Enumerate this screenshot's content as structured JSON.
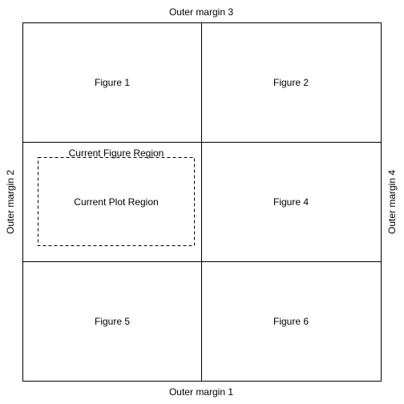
{
  "outer_margins": {
    "bottom": "Outer margin 1",
    "left": "Outer margin 2",
    "top": "Outer margin 3",
    "right": "Outer margin 4"
  },
  "figures": {
    "f1": "Figure 1",
    "f2": "Figure 2",
    "f4": "Figure 4",
    "f5": "Figure 5",
    "f6": "Figure 6"
  },
  "current": {
    "figure_region": "Current Figure Region",
    "plot_region": "Current Plot Region"
  },
  "colors": {
    "line": "#000000",
    "background": "#ffffff"
  }
}
